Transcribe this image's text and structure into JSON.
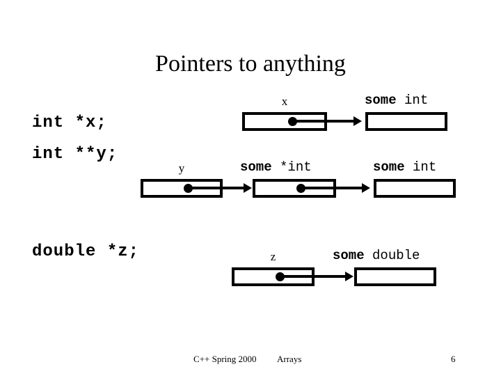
{
  "slide": {
    "title": "Pointers to anything",
    "background_color": "#ffffff",
    "ink_color": "#000000"
  },
  "declarations": [
    {
      "id": "x",
      "code": "int *x;"
    },
    {
      "id": "y",
      "code": "int **y;"
    },
    {
      "id": "z",
      "code": "double *z;"
    }
  ],
  "diagram": {
    "rows": [
      {
        "id": "row-x",
        "var_label": "x",
        "cells": [
          {
            "id": "x-pointer-box",
            "kind": "pointer-box",
            "label": "x"
          },
          {
            "id": "x-target-box",
            "kind": "value-box",
            "type_keyword": "some",
            "type_name": "int"
          }
        ],
        "arrows": 1
      },
      {
        "id": "row-y",
        "var_label": "y",
        "cells": [
          {
            "id": "y-pointer-box",
            "kind": "pointer-box",
            "label": "y"
          },
          {
            "id": "y-mid-box",
            "kind": "pointer-box",
            "type_keyword": "some",
            "type_name": "*int"
          },
          {
            "id": "y-target-box",
            "kind": "value-box",
            "type_keyword": "some",
            "type_name": "int"
          }
        ],
        "arrows": 2
      },
      {
        "id": "row-z",
        "var_label": "z",
        "cells": [
          {
            "id": "z-pointer-box",
            "kind": "pointer-box",
            "label": "z"
          },
          {
            "id": "z-target-box",
            "kind": "value-box",
            "type_keyword": "some",
            "type_name": "double"
          }
        ],
        "arrows": 1
      }
    ],
    "labels": {
      "x": "x",
      "y": "y",
      "z": "z",
      "some": "some",
      "int": "int",
      "ptr_int": "*int",
      "double": "double"
    }
  },
  "footer": {
    "course": "C++ Spring 2000",
    "topic": "Arrays",
    "page_number": "6"
  }
}
